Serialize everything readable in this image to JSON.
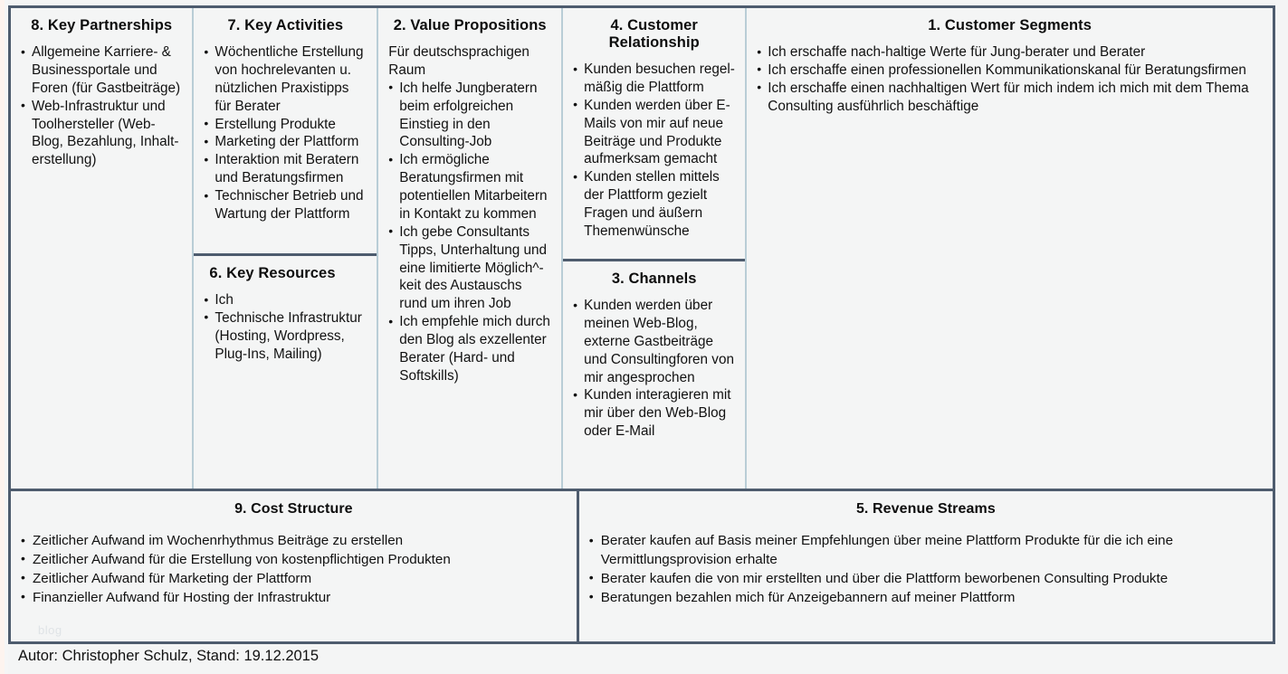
{
  "canvas": {
    "frame_color": "#4e5c6e",
    "divider_color": "#b9cdd6",
    "background": "#f4f5f5",
    "watermark": "blog"
  },
  "blocks": {
    "key_partnerships": {
      "title": "8. Key Partnerships",
      "items": [
        "Allgemeine Karriere- & Businessportale  und Foren (für Gastbeiträge)",
        "Web-Infrastruktur und Toolhersteller (Web-Blog, Bezahlung, Inhalt-erstellung)"
      ]
    },
    "key_activities": {
      "title": "7. Key Activities",
      "items": [
        "Wöchentliche Erstellung von hochrelevanten u. nützlichen Praxistipps für Berater",
        "Erstellung Produkte",
        "Marketing der Plattform",
        "Interaktion mit Beratern und Beratungsfirmen",
        "Technischer Betrieb und Wartung der Plattform"
      ]
    },
    "key_resources": {
      "title": "6. Key Resources",
      "items": [
        "Ich",
        "Technische Infrastruktur (Hosting, Wordpress, Plug-Ins, Mailing)"
      ]
    },
    "value_propositions": {
      "title": "2. Value Propositions",
      "intro": "Für deutschsprachigen Raum",
      "items": [
        "Ich helfe Jungberatern beim erfolgreichen Einstieg in den Consulting-Job",
        "Ich ermögliche Beratungsfirmen mit potentiellen Mitarbeitern in Kontakt zu kommen",
        "Ich gebe Consultants Tipps, Unterhaltung und eine limitierte Möglich^-keit des Austauschs rund um ihren Job",
        "Ich empfehle mich durch den Blog als exzellenter Berater (Hard- und Softskills)"
      ]
    },
    "customer_relationship": {
      "title": "4. Customer Relationship",
      "items": [
        "Kunden besuchen regel-mäßig die Plattform",
        "Kunden werden über E-Mails von mir auf neue Beiträge und Produkte aufmerksam gemacht",
        "Kunden stellen mittels der Plattform gezielt Fragen und äußern Themenwünsche"
      ]
    },
    "channels": {
      "title": "3. Channels",
      "items": [
        "Kunden werden über meinen Web-Blog, externe Gastbeiträge und Consultingforen von mir angesprochen",
        "Kunden interagieren mit mir über den Web-Blog oder E-Mail"
      ]
    },
    "customer_segments": {
      "title": "1. Customer  Segments",
      "items": [
        "Ich erschaffe nach-haltige Werte für Jung-berater und Berater",
        "Ich erschaffe einen professionellen Kommunikationskanal für Beratungsfirmen",
        "Ich erschaffe einen nachhaltigen Wert für mich indem ich mich mit dem Thema Consulting ausführlich beschäftige"
      ]
    },
    "cost_structure": {
      "title": "9. Cost Structure",
      "items": [
        "Zeitlicher Aufwand im Wochenrhythmus Beiträge zu erstellen",
        "Zeitlicher Aufwand für die Erstellung von kostenpflichtigen Produkten",
        "Zeitlicher Aufwand für Marketing der Plattform",
        "Finanzieller Aufwand für Hosting der Infrastruktur"
      ]
    },
    "revenue_streams": {
      "title": "5. Revenue Streams",
      "items": [
        "Berater kaufen auf Basis meiner Empfehlungen über meine Plattform Produkte für die ich eine Vermittlungsprovision erhalte",
        "Berater kaufen die von mir erstellten und über die Plattform beworbenen Consulting Produkte",
        "Beratungen bezahlen mich für Anzeigebannern auf meiner Plattform"
      ]
    }
  },
  "footer": {
    "text": "Autor: Christopher Schulz, Stand: 19.12.2015"
  }
}
